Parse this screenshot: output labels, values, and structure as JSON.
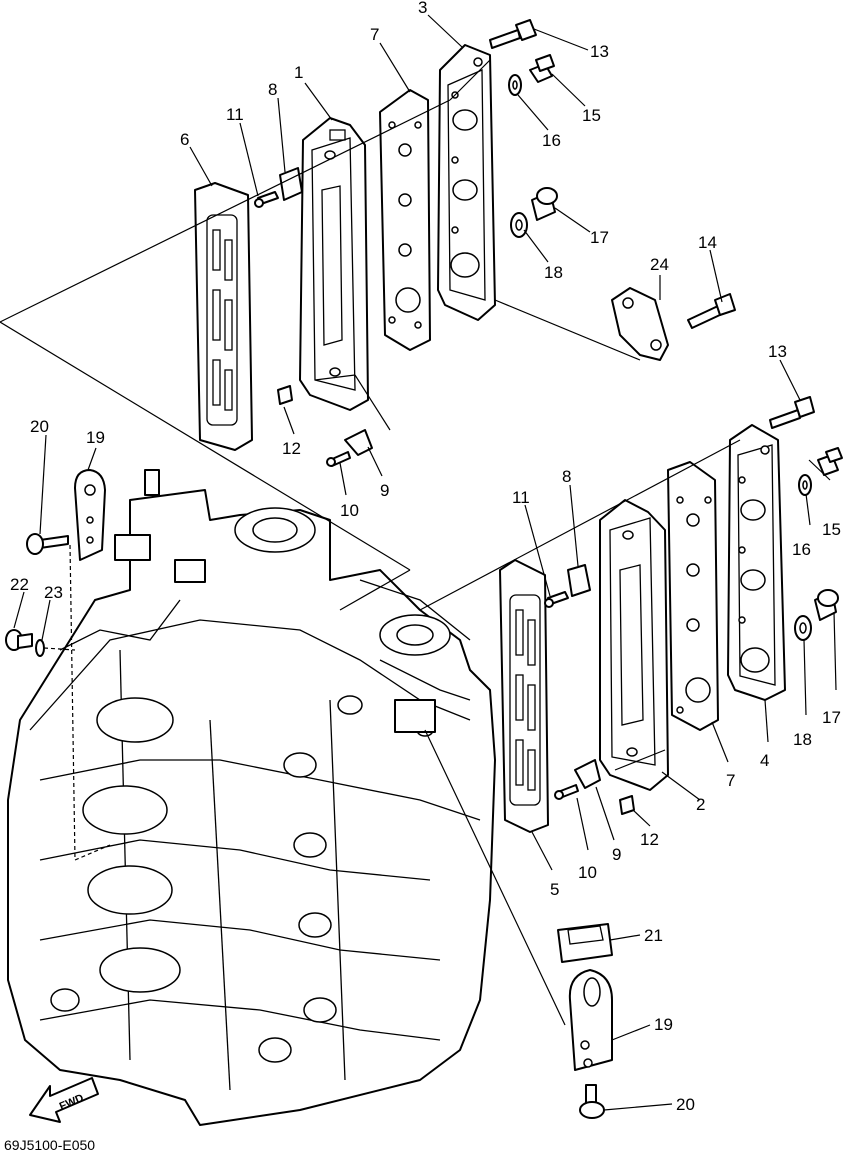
{
  "drawing_code": "69J5100-E050",
  "fwd_label": "FWD",
  "callouts": [
    {
      "id": "c1",
      "text": "1"
    },
    {
      "id": "c2",
      "text": "2"
    },
    {
      "id": "c3",
      "text": "3"
    },
    {
      "id": "c4",
      "text": "4"
    },
    {
      "id": "c5",
      "text": "5"
    },
    {
      "id": "c6",
      "text": "6"
    },
    {
      "id": "c7a",
      "text": "7"
    },
    {
      "id": "c7b",
      "text": "7"
    },
    {
      "id": "c8a",
      "text": "8"
    },
    {
      "id": "c8b",
      "text": "8"
    },
    {
      "id": "c9a",
      "text": "9"
    },
    {
      "id": "c9b",
      "text": "9"
    },
    {
      "id": "c10a",
      "text": "10"
    },
    {
      "id": "c10b",
      "text": "10"
    },
    {
      "id": "c11a",
      "text": "11"
    },
    {
      "id": "c11b",
      "text": "11"
    },
    {
      "id": "c12a",
      "text": "12"
    },
    {
      "id": "c12b",
      "text": "12"
    },
    {
      "id": "c13a",
      "text": "13"
    },
    {
      "id": "c13b",
      "text": "13"
    },
    {
      "id": "c14",
      "text": "14"
    },
    {
      "id": "c15a",
      "text": "15"
    },
    {
      "id": "c15b",
      "text": "15"
    },
    {
      "id": "c16a",
      "text": "16"
    },
    {
      "id": "c16b",
      "text": "16"
    },
    {
      "id": "c17a",
      "text": "17"
    },
    {
      "id": "c17b",
      "text": "17"
    },
    {
      "id": "c18a",
      "text": "18"
    },
    {
      "id": "c18b",
      "text": "18"
    },
    {
      "id": "c19a",
      "text": "19"
    },
    {
      "id": "c19b",
      "text": "19"
    },
    {
      "id": "c20a",
      "text": "20"
    },
    {
      "id": "c20b",
      "text": "20"
    },
    {
      "id": "c21",
      "text": "21"
    },
    {
      "id": "c22",
      "text": "22"
    },
    {
      "id": "c23",
      "text": "23"
    },
    {
      "id": "c24",
      "text": "24"
    }
  ]
}
